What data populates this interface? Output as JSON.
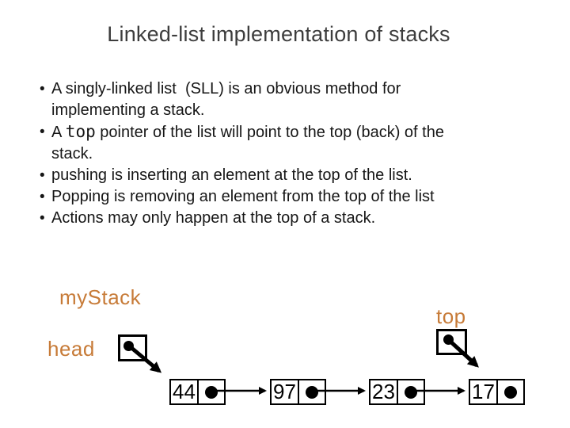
{
  "slide": {
    "title": "Linked-list implementation of stacks",
    "bullet_char": "•",
    "bullets": [
      {
        "line1": "A singly-linked list  (SLL) is an obvious method for",
        "line2": "implementing a stack."
      },
      {
        "pre": "A ",
        "keyword": "top",
        "post": " pointer of the list will point to the top (back) of the",
        "line2": "stack."
      },
      {
        "line1": "pushing is inserting an element at the top of the list."
      },
      {
        "line1": "Popping is removing an element from the top of the list"
      },
      {
        "line1": "Actions may only happen at the top of a stack."
      }
    ],
    "diagram": {
      "stack_label": "myStack",
      "head_label": "head",
      "top_label": "top",
      "nodes": [
        {
          "value": "44"
        },
        {
          "value": "97"
        },
        {
          "value": "23"
        },
        {
          "value": "17"
        }
      ],
      "accent_color": "#c77b38",
      "line_color": "#000000"
    }
  }
}
